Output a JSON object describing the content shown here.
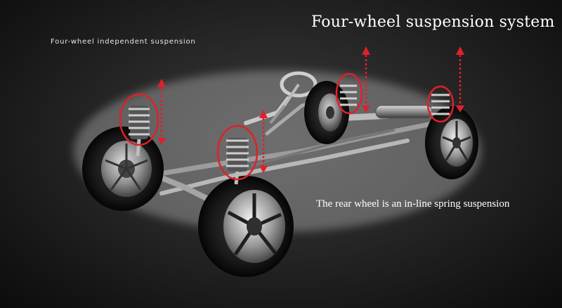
{
  "title": "Four-wheel suspension system",
  "labels": {
    "front": "Four-wheel independent suspension",
    "rear": "The rear wheel is an in-line spring suspension"
  },
  "colors": {
    "background": "#1c1c1c",
    "highlight": "#e0202a",
    "text": "#ffffff"
  }
}
